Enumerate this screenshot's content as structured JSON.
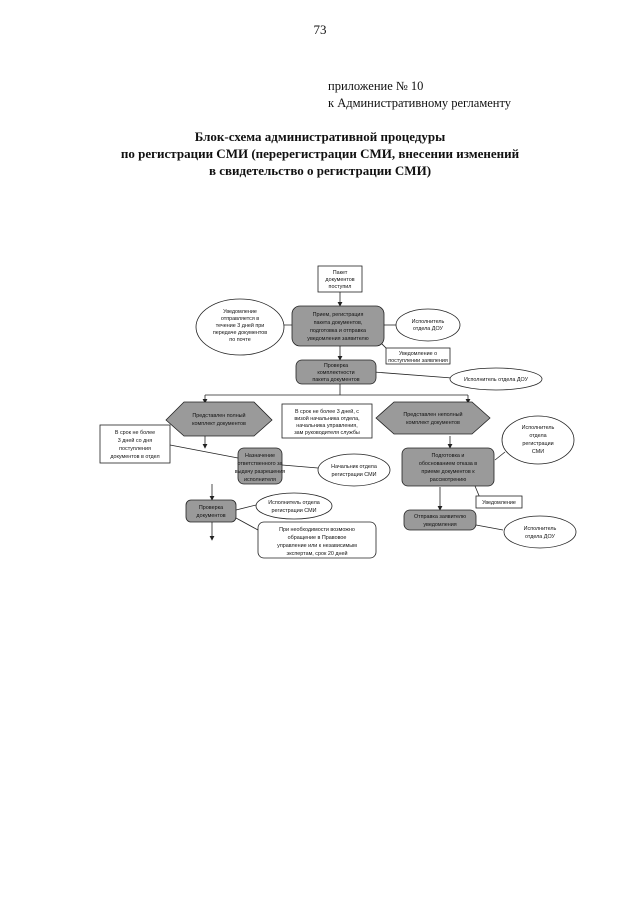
{
  "page_number": "73",
  "appendix": {
    "line1": "приложение № 10",
    "line2": "к Административному регламенту"
  },
  "title": {
    "line1": "Блок-схема административной процедуры",
    "line2": "по регистрации СМИ (перерегистрации СМИ, внесении изменений",
    "line3": "в свидетельство о регистрации СМИ)"
  },
  "flowchart": {
    "package": [
      "Пакет",
      "документов",
      "поступил"
    ],
    "reception": [
      "Прием, регистрация",
      "пакета документов,",
      "подготовка и отправка",
      "уведомления заявителю"
    ],
    "notice_sent": [
      "Уведомление",
      "отправляется в",
      "течение 3 дней при",
      "передаче документов",
      "по почте"
    ],
    "executor_top": [
      "Исполнитель",
      "отдела ДОУ"
    ],
    "notice_received": [
      "Уведомление о",
      "поступлении заявления"
    ],
    "check": [
      "Проверка",
      "комплектности",
      "пакета документов"
    ],
    "executor_check": [
      "Исполнитель отдела ДОУ"
    ],
    "complete_package": [
      "Представлен полный",
      "комплект документов"
    ],
    "incomplete_package": [
      "Представлен неполный",
      "комплект документов"
    ],
    "term_3_days_center": [
      "В срок не более 3 дней, с",
      "визой начальника отдела,",
      "начальника управления,",
      "зам руководителя службы"
    ],
    "term_3_days_left": [
      "В срок не более",
      "3 дней со дня",
      "поступления",
      "документов в отдел"
    ],
    "assign": [
      "Назначение",
      "ответственного за",
      "выдачу разрешения",
      "исполнителя"
    ],
    "head_dept": [
      "Начальник отдела",
      "регистрации СМИ"
    ],
    "executor_right": [
      "Исполнитель",
      "отдела",
      "регистрации",
      "СМИ"
    ],
    "prepare_letter": [
      "Подготовка и",
      "обоснованием отказа в",
      "приеме документов к",
      "рассмотрению"
    ],
    "notice_short": [
      "Уведомление"
    ],
    "send_notice": [
      "Отправка заявителю",
      "уведомления"
    ],
    "executor_bottom_right": [
      "Исполнитель",
      "отдела ДОУ"
    ],
    "verify_docs": [
      "Проверка",
      "документов"
    ],
    "executor_reg": [
      "Исполнитель отдела",
      "регистрации СМИ"
    ],
    "legal_note": [
      "При необходимости возможно",
      "обращение в Правовое",
      "управление или к независимым",
      "экспертам, срок 20 дней"
    ]
  }
}
